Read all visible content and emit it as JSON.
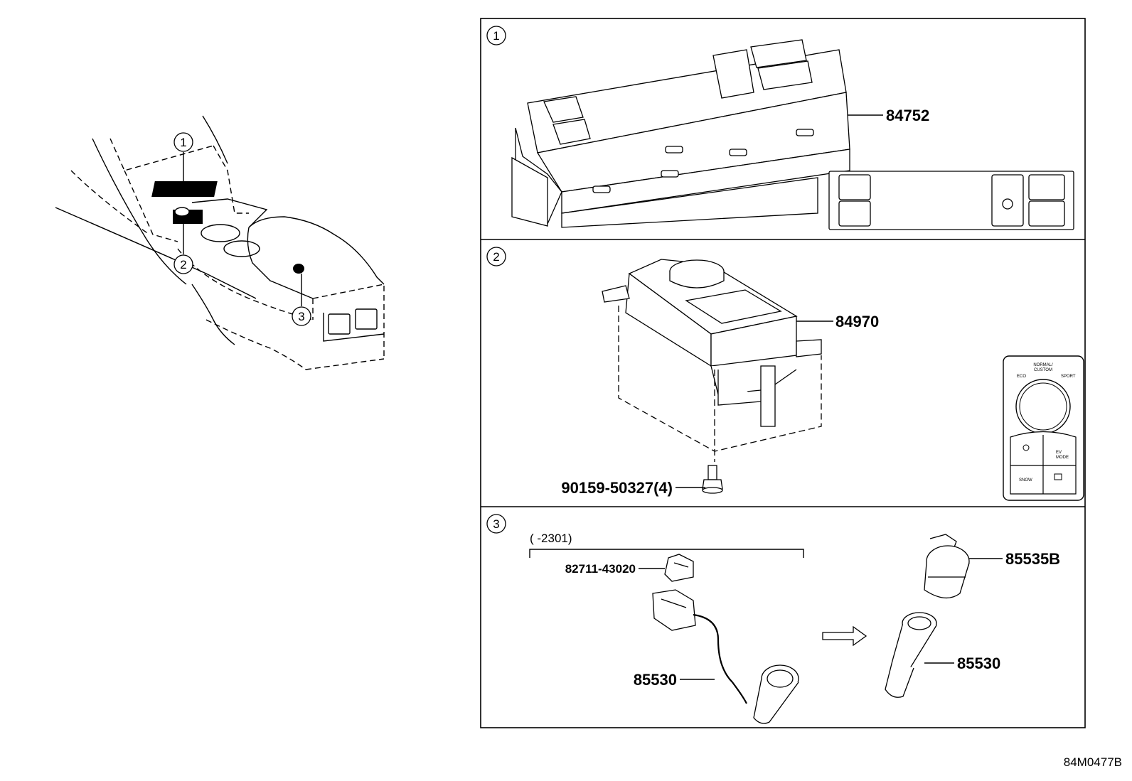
{
  "overview": {
    "callouts": [
      {
        "id": "callout-1",
        "label": "1"
      },
      {
        "id": "callout-2",
        "label": "2"
      },
      {
        "id": "callout-3",
        "label": "3"
      }
    ]
  },
  "panels": [
    {
      "label": "1",
      "parts": [
        {
          "number": "84752"
        }
      ]
    },
    {
      "label": "2",
      "parts": [
        {
          "number": "84970"
        },
        {
          "number": "90159-50327(4)"
        }
      ],
      "switch_text": {
        "top": "NORMAL/",
        "top2": "CUSTOM",
        "eco": "ECO",
        "sport": "SPORT",
        "snow": "SNOW",
        "ev": "EV",
        "mode": "MODE"
      }
    },
    {
      "label": "3",
      "bracket_label": "(      -2301)",
      "parts": [
        {
          "number": "82711-43020"
        },
        {
          "number": "85530"
        },
        {
          "number": "85535B"
        },
        {
          "number": "85530"
        }
      ]
    }
  ],
  "figure_code": "84M0477B"
}
